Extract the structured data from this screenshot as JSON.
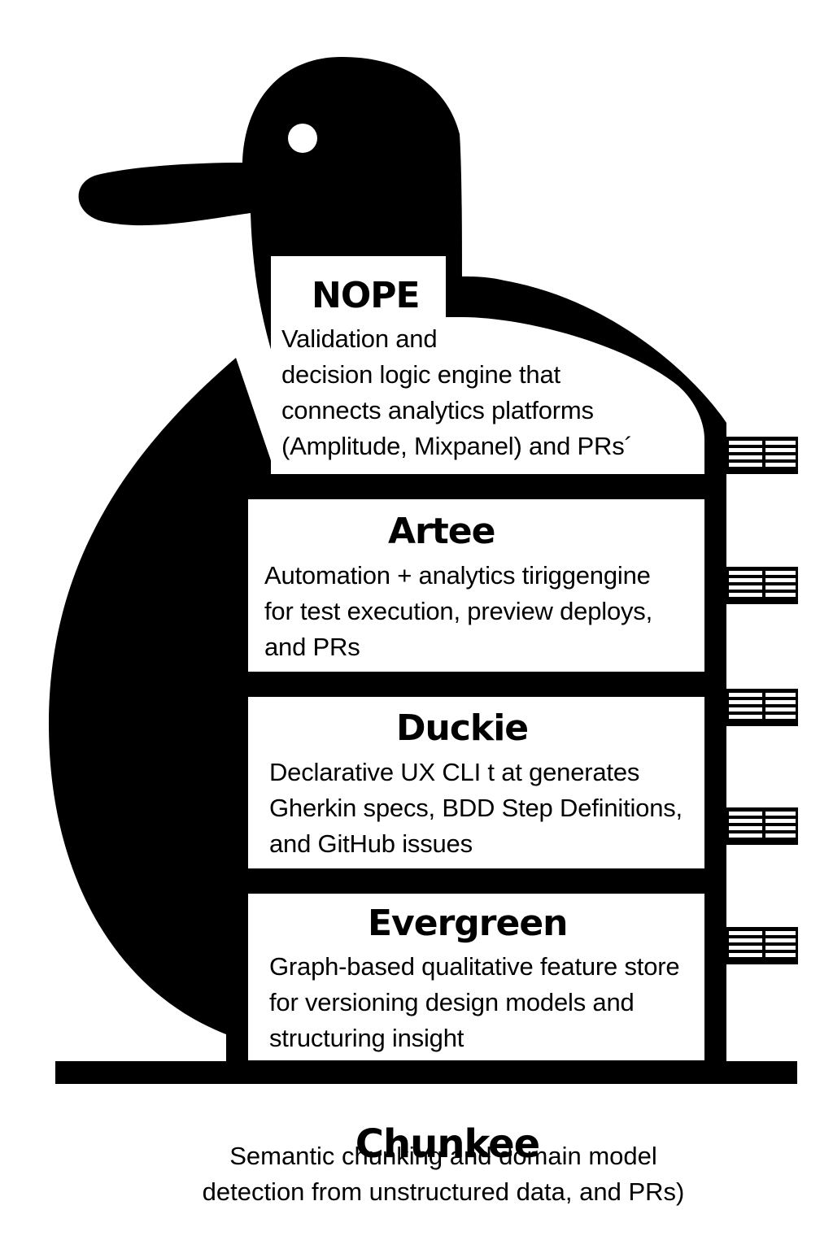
{
  "components": [
    {
      "title": "NOPE",
      "lines": [
        "Validation and",
        "decision logic engine that",
        "connects analytics platforms",
        "(Amplitude, Mixpanel) and PRs´"
      ]
    },
    {
      "title": "Artee",
      "lines": [
        "Automation + analytics tiriggengine",
        "for test execution, preview deploys,",
        "and PRs"
      ]
    },
    {
      "title": "Duckie",
      "lines": [
        "Declarative UX CLI t at generates",
        "Gherkin specs, BDD Step Definitions,",
        "and GitHub issues"
      ]
    },
    {
      "title": "Evergreen",
      "lines": [
        "Graph-based qualitative feature store",
        "for versioning design models and",
        "structuring insight"
      ]
    }
  ],
  "foundation": {
    "title": "Chunkee",
    "lines": [
      "Semantic chunking and domain model",
      "detection from unstructured data, and PRs)"
    ]
  },
  "colors": {
    "silhouette": "#000000",
    "panel": "#ffffff",
    "text": "#000000"
  },
  "icons": {
    "duck": "duck-silhouette",
    "eye": "duck-eye-icon",
    "vents": "wall-vent-icon"
  }
}
